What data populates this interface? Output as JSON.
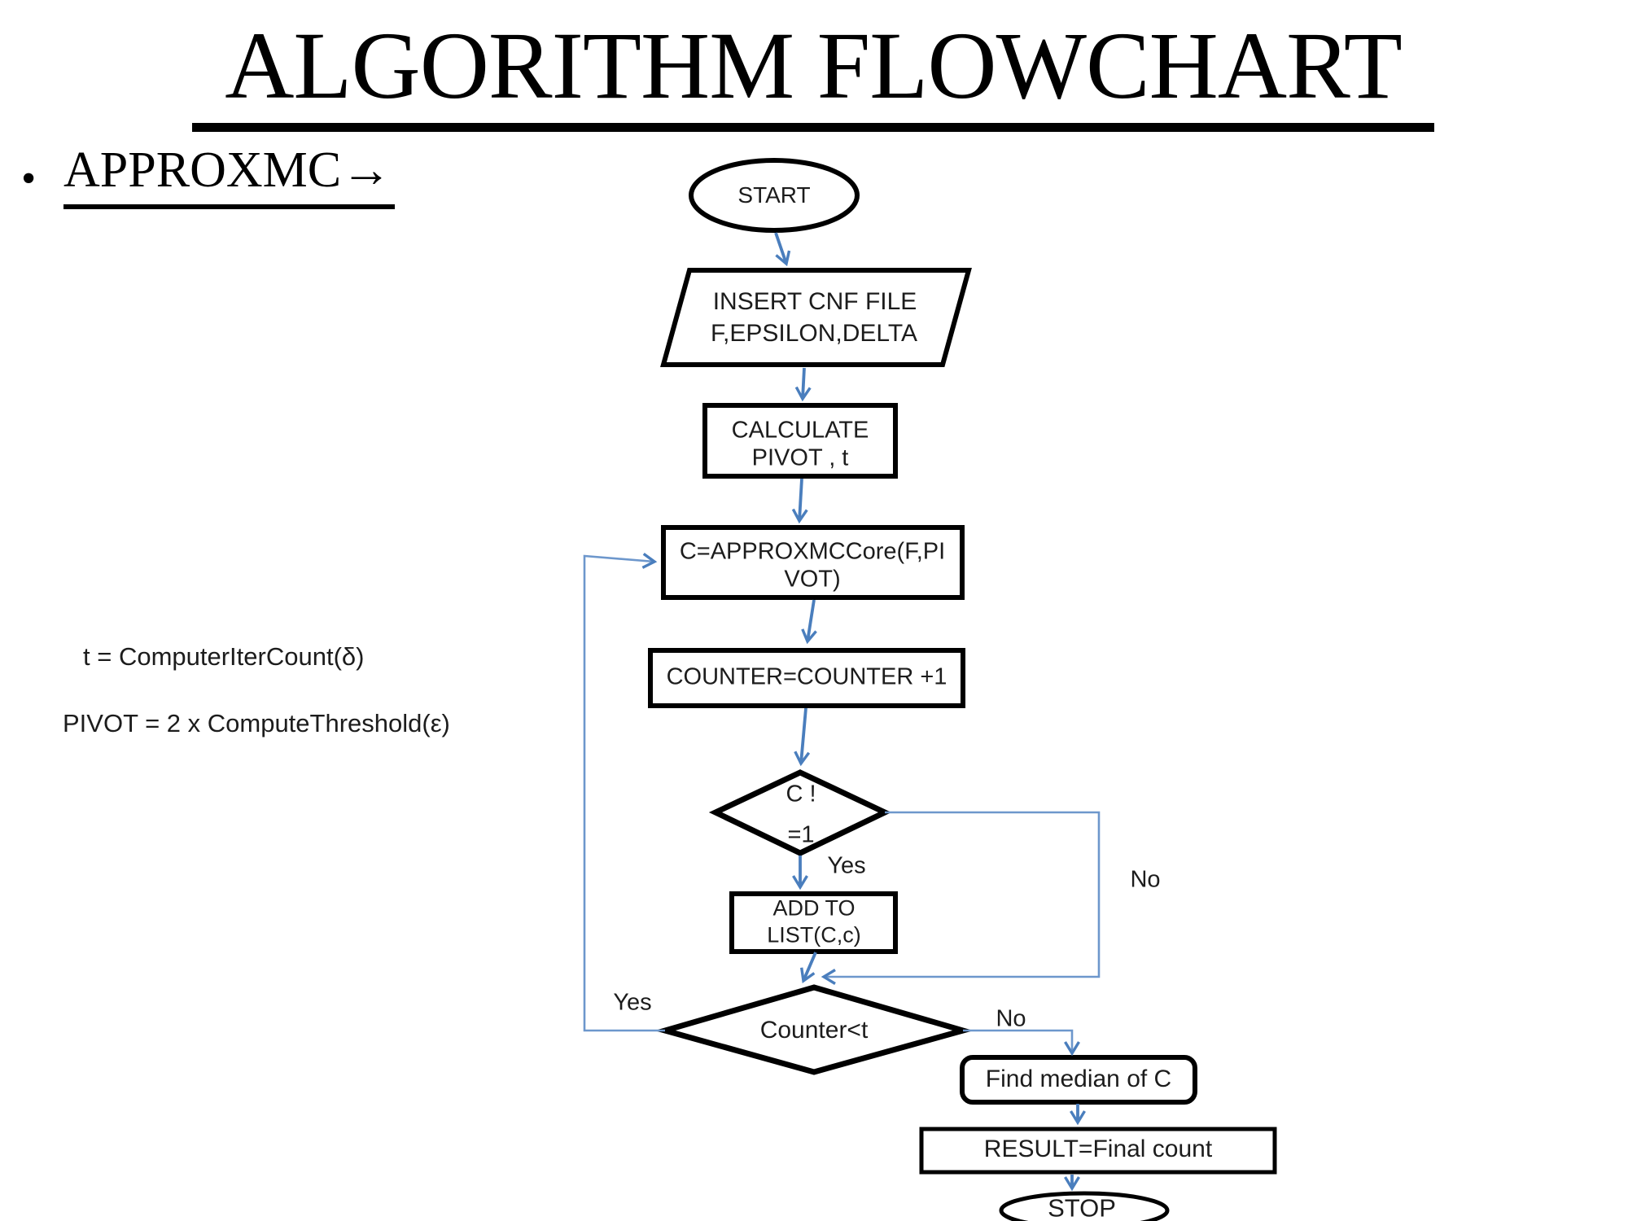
{
  "slide": {
    "title": "ALGORITHM FLOWCHART",
    "bullet_glyph": "•",
    "heading": "APPROXMC",
    "heading_arrow": "→",
    "notes": {
      "line1": "t = ComputerIterCount(δ)",
      "line2": "PIVOT = 2 x ComputeThreshold(ε)"
    }
  },
  "flowchart": {
    "start": "START",
    "input": {
      "line1": "INSERT CNF FILE",
      "line2": "F,EPSILON,DELTA"
    },
    "calculate": {
      "line1": "CALCULATE",
      "line2": "PIVOT , t"
    },
    "core": {
      "line1": "C=APPROXMCCore(F,PI",
      "line2": "VOT)"
    },
    "counter": "COUNTER=COUNTER +1",
    "decision_c": {
      "line1": "C !",
      "line2": "=1"
    },
    "add": {
      "line1": "ADD TO",
      "line2": "LIST(C,c)"
    },
    "decision_counter": "Counter<t",
    "median": "Find median of C",
    "result": "RESULT=Final count",
    "stop": "STOP",
    "labels": {
      "yes1": "Yes",
      "no1": "No",
      "yes2": "Yes",
      "no2": "No"
    }
  },
  "colors": {
    "connector_primary": "#4a7ebd",
    "connector_secondary": "#6d97cc",
    "shape_stroke": "#000000",
    "text": "#1c1c1c",
    "background": "#ffffff"
  }
}
